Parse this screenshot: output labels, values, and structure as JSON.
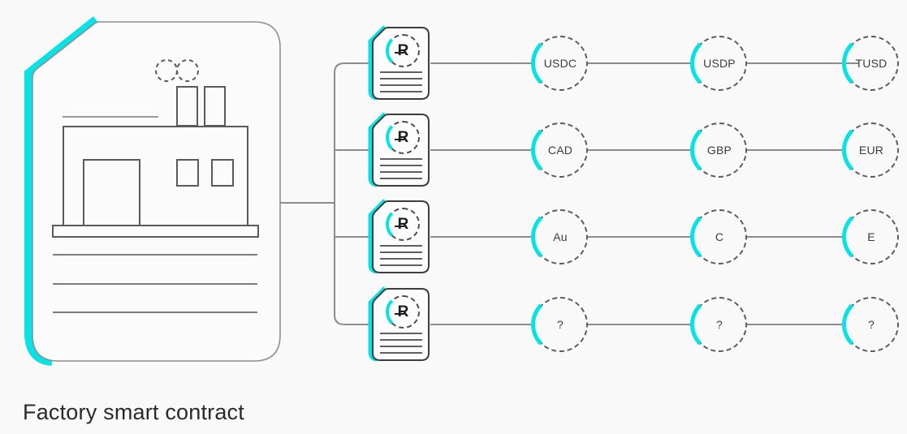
{
  "title": "Factory smart contract",
  "colors": {
    "accent_cyan": "#06e2e6",
    "connector_gray": "#8c8c8c",
    "background": "#f9f9f9",
    "text": "#2a2a2a"
  },
  "icons": {
    "factory_contract": "factory-document-icon",
    "rtoken_contract": "rtoken-document-icon",
    "rtoken_logo": "reserve-r-icon"
  },
  "rtoken_glyph": "R",
  "rows": [
    {
      "tokens": [
        "USDC",
        "USDP",
        "TUSD"
      ]
    },
    {
      "tokens": [
        "CAD",
        "GBP",
        "EUR"
      ]
    },
    {
      "tokens": [
        "Au",
        "C",
        "E"
      ]
    },
    {
      "tokens": [
        "?",
        "?",
        "?"
      ]
    }
  ]
}
